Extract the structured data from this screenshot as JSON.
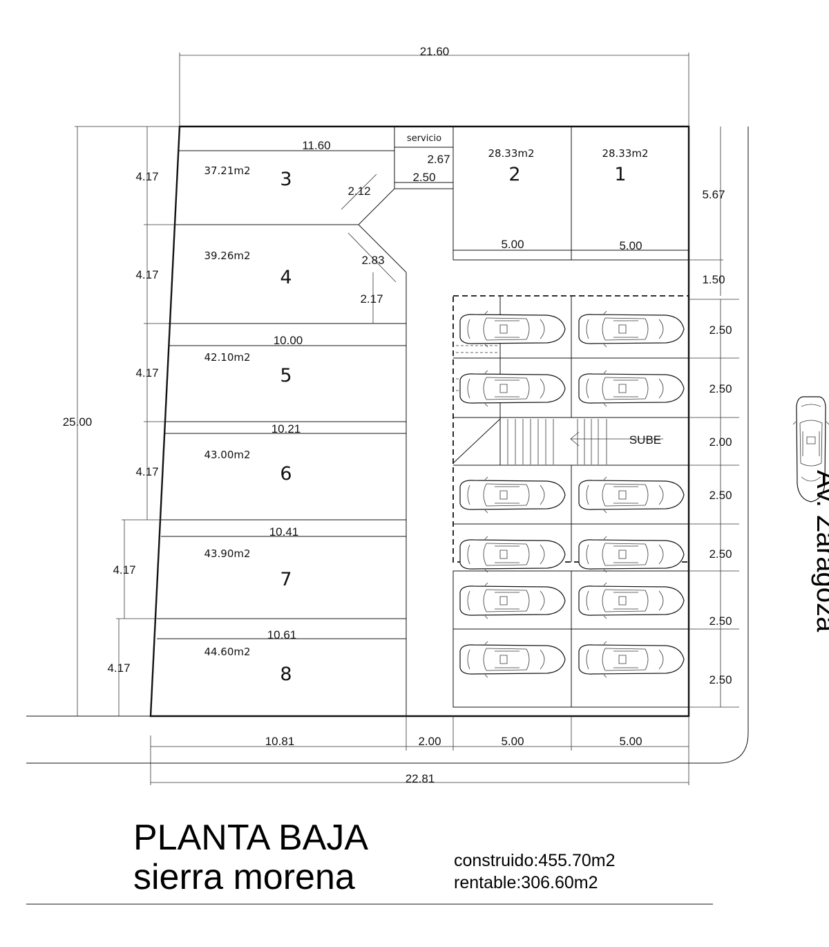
{
  "plan": {
    "overall_width_top": "21.60",
    "overall_height": "25.00",
    "overall_width_bottom": "22.81",
    "bottom_dims": [
      "10.81",
      "2.00",
      "5.00",
      "5.00"
    ],
    "right_dims": [
      "5.67",
      "1.50",
      "2.50",
      "2.50",
      "2.00",
      "2.50",
      "2.50",
      "2.50",
      "2.50"
    ],
    "left_dims": [
      "4.17",
      "4.17",
      "4.17",
      "4.17",
      "4.17",
      "4.17"
    ],
    "inner_dims": {
      "d_11_60": "11.60",
      "d_10_00": "10.00",
      "d_10_21": "10.21",
      "d_10_41": "10.41",
      "d_10_61": "10.61",
      "d_2_67": "2.67",
      "d_2_50": "2.50",
      "d_2_12": "2.12",
      "d_2_83": "2.83",
      "d_2_17": "2.17",
      "d_5_00_a": "5.00",
      "d_5_00_b": "5.00"
    },
    "service_label": "servicio",
    "stairs_label": "SUBE",
    "street_label": "Av. Zaragoza",
    "units": [
      {
        "number": "1",
        "area": "28.33m2"
      },
      {
        "number": "2",
        "area": "28.33m2"
      },
      {
        "number": "3",
        "area": "37.21m2"
      },
      {
        "number": "4",
        "area": "39.26m2"
      },
      {
        "number": "5",
        "area": "42.10m2"
      },
      {
        "number": "6",
        "area": "43.00m2"
      },
      {
        "number": "7",
        "area": "43.90m2"
      },
      {
        "number": "8",
        "area": "44.60m2"
      }
    ]
  },
  "title": {
    "line1": "PLANTA  BAJA",
    "line2": "sierra morena",
    "built": "construido:455.70m2",
    "rentable": "rentable:306.60m2"
  }
}
